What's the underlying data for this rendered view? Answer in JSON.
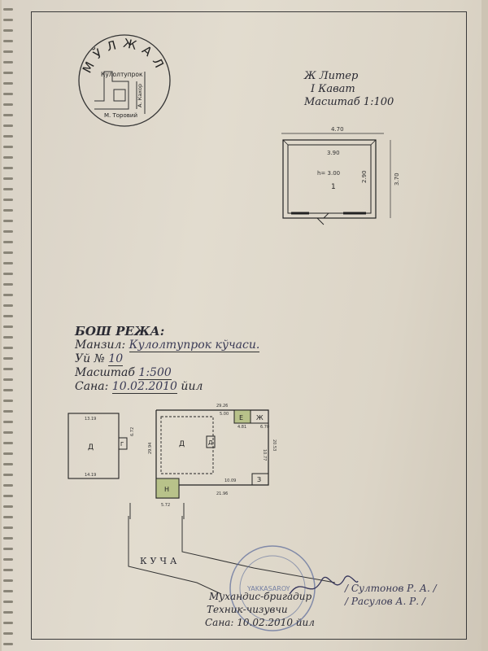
{
  "seal": {
    "title": "МЎЛЖАЛ",
    "street_main": "Кулолтупрок",
    "street_side": "А. Кахор",
    "street_bottom": "М. Торовий"
  },
  "floor_plan": {
    "liter_label": "Ж Литер",
    "floor_label": "I Кават",
    "scale_label": "Масштаб 1:100",
    "dims": {
      "outer_width": "4.70",
      "inner_width": "3.90",
      "inner_height": "2.90",
      "outer_height": "3.70",
      "ceiling": "h= 3.00",
      "room_number": "1"
    }
  },
  "general_plan": {
    "title": "БОШ РЕЖА:",
    "address_label": "Манзил:",
    "address_value": "Кулолтупрок кўчаси.",
    "house_label": "Уй №",
    "house_value": "10",
    "scale_label": "Масштаб",
    "scale_value": "1:500",
    "date_label": "Сана:",
    "date_value": "10.02.2010",
    "date_suffix": "йил",
    "street_label": "КУЧА",
    "buildings": {
      "left": "Д",
      "center": "Д",
      "small_g": "Д",
      "small_left": "Г",
      "e": "Е",
      "zh": "Ж",
      "z": "З",
      "n": "Н"
    },
    "dims": {
      "d1": "29.26",
      "d2": "5.00",
      "d3": "6.70",
      "d4": "4.81",
      "d5": "10.77",
      "d6": "20.53",
      "d7": "10.09",
      "d8": "21.96",
      "d9": "5.72",
      "d10": "13.19",
      "d11": "14.19",
      "d12": "29.94",
      "d13": "6.72"
    }
  },
  "signatures": {
    "engineer_label": "Мухандис-бригадир",
    "engineer_name": "/ Султонов Р. А. /",
    "tech_label": "Техник-чизувчи",
    "tech_name": "/ Расулов А. Р. /",
    "date_label": "Сана: 10.02.2010 йил",
    "stamp_text": "YAKKASAROY"
  }
}
